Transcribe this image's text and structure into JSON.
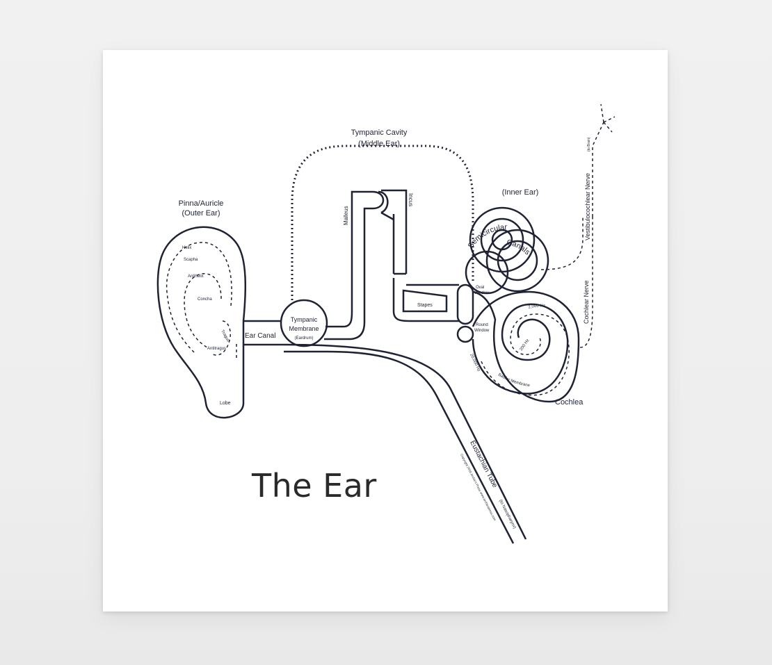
{
  "title": "The Ear",
  "labels": {
    "tympanic_cavity_1": "Tympanic Cavity",
    "tympanic_cavity_2": "(Middle Ear)",
    "inner_ear": "(Inner Ear)",
    "pinna_1": "Pinna/Auricle",
    "pinna_2": "(Outer Ear)",
    "helix": "Helix",
    "scapha": "Scapha",
    "antihelix": "Antihelix",
    "concha": "Concha",
    "tragus": "Tragus",
    "antitragus": "Antitragus",
    "lobe": "Lobe",
    "ear_canal": "Ear Canal",
    "tympanic_membrane_1": "Tympanic",
    "tympanic_membrane_2": "Membrane",
    "tympanic_membrane_3": "(Eardrum)",
    "malleus": "Malleus",
    "incus": "Incus",
    "stapes": "Stapes",
    "oval_window_1": "Oval",
    "oval_window_2": "Window",
    "round_window_1": "Round",
    "round_window_2": "Window",
    "semicircular": "Semicircular",
    "canals": "Canals",
    "hz_2000": "2,000 Hz",
    "hz_200": "200 Hz",
    "hz_20000": "20,000 Hz",
    "basilar_membrane": "Basilar Membrane",
    "cochlea": "Cochlea",
    "cochlear_nerve": "Cochlear Nerve",
    "vestibulocochlear_nerve": "Vestibulocochlear Nerve",
    "to_brain": "(to Brain)",
    "eustachian_tube": "Eustachian Tube",
    "to_nasopharynx": "(to Nasopharynx)",
    "copyright": "Copyright 2016 Archie's Press www.archiespress.com"
  },
  "colors": {
    "ink": "#1e2233",
    "paper": "#ffffff",
    "backdrop": "#ececec"
  }
}
